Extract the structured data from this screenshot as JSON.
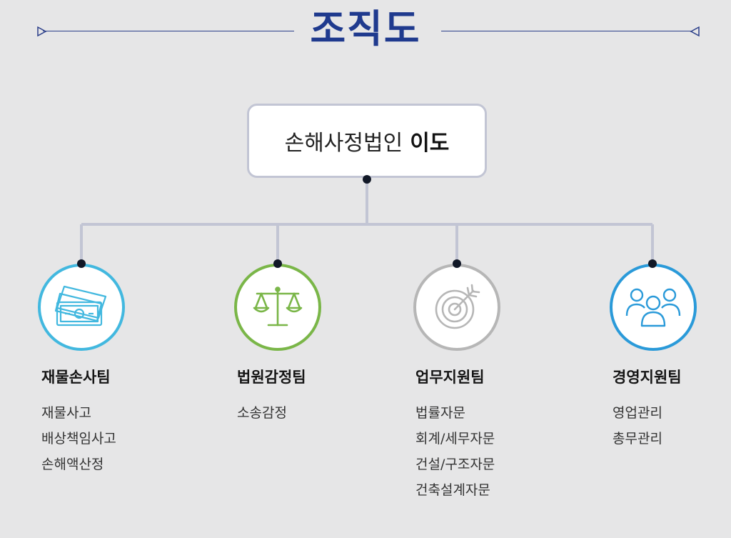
{
  "title": "조직도",
  "root": {
    "label": "손해사정법인",
    "name": "이도"
  },
  "teams": [
    {
      "name": "재물손사팀",
      "icon": "money-bills-icon",
      "color": "#42b8df",
      "items": [
        "재물사고",
        "배상책임사고",
        "손해액산정"
      ]
    },
    {
      "name": "법원감정팀",
      "icon": "balance-scale-icon",
      "color": "#7ab648",
      "items": [
        "소송감정"
      ]
    },
    {
      "name": "업무지원팀",
      "icon": "target-arrow-icon",
      "color": "#b6b6b6",
      "items": [
        "법률자문",
        "회계/세무자문",
        "건설/구조자문",
        "건축설계자문"
      ]
    },
    {
      "name": "경영지원팀",
      "icon": "people-group-icon",
      "color": "#2a9ad9",
      "items": [
        "영업관리",
        "총무관리"
      ]
    }
  ],
  "colors": {
    "title": "#1f3a8e",
    "line": "#c2c5d4",
    "dot": "#111827",
    "background": "#e6e6e7"
  }
}
